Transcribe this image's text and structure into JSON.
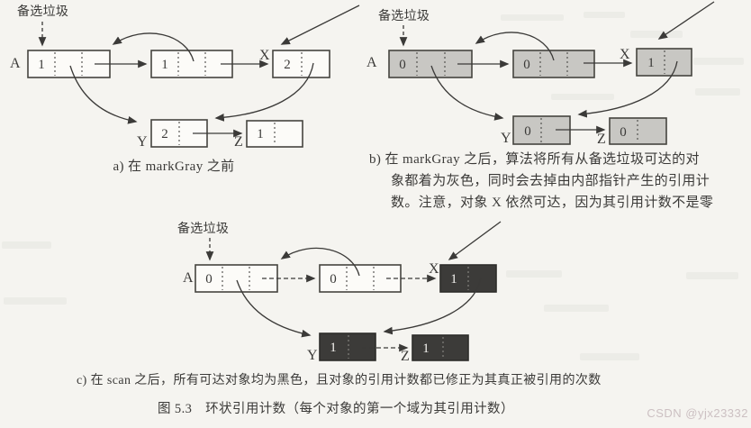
{
  "page": {
    "figure_caption": "图 5.3　环状引用计数（每个对象的第一个域为其引用计数）",
    "watermark": "CSDN @yjx23332",
    "colors": {
      "background": "#f5f4f0",
      "ink": "#3b3a38",
      "box_white": "#fcfbf8",
      "box_gray": "#c8c7c3",
      "box_black": "#3c3b39",
      "text_on_black": "#f3f2ef",
      "watermark": "#ccc0c2"
    }
  },
  "diagram_a": {
    "garbage_label": "备选垃圾",
    "caption": "a) 在 markGray 之前",
    "labels": {
      "a": "A",
      "x": "X",
      "y": "Y",
      "z": "Z"
    },
    "counts": {
      "a": "1",
      "b": "1",
      "x": "2",
      "y": "2",
      "z": "1"
    }
  },
  "diagram_b": {
    "garbage_label": "备选垃圾",
    "caption_line1": "b) 在 markGray 之后，算法将所有从备选垃圾可达的对",
    "caption_line2": "象都着为灰色，同时会去掉由内部指针产生的引用计",
    "caption_line3": "数。注意，对象 X 依然可达，因为其引用计数不是零",
    "labels": {
      "a": "A",
      "x": "X",
      "y": "Y",
      "z": "Z"
    },
    "counts": {
      "a": "0",
      "b": "0",
      "x": "1",
      "y": "0",
      "z": "0"
    }
  },
  "diagram_c": {
    "garbage_label": "备选垃圾",
    "caption": "c) 在 scan 之后，所有可达对象均为黑色，且对象的引用计数都已修正为其真正被引用的次数",
    "labels": {
      "a": "A",
      "x": "X",
      "y": "Y",
      "z": "Z"
    },
    "counts": {
      "a": "0",
      "b": "0",
      "x": "1",
      "y": "1",
      "z": "1"
    }
  }
}
